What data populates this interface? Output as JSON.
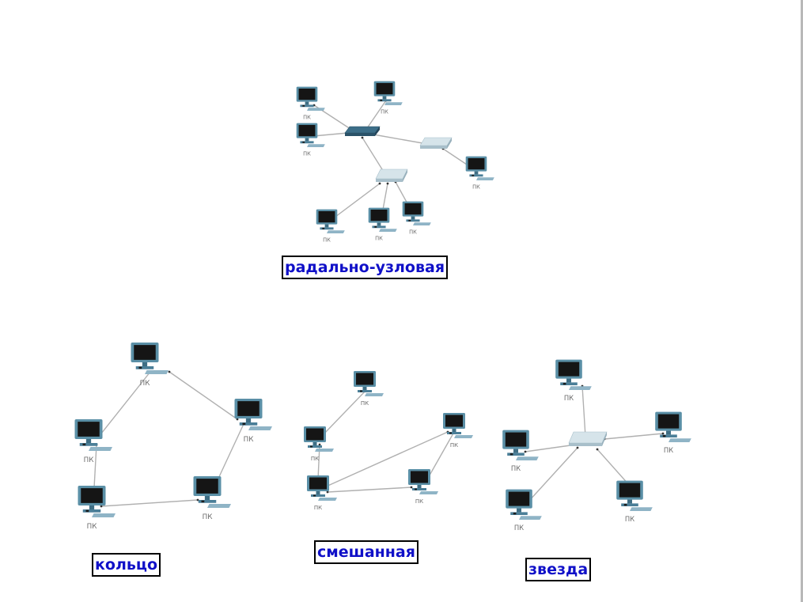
{
  "pc_label": "ПК",
  "colors": {
    "caption_text": "#1010c8",
    "link": "#b0b0b0",
    "monitor_frame": "#5a8fa6",
    "screen": "#151515",
    "switch_dark": "#3c6e88",
    "switch_light": "#d6e4ea"
  },
  "topologies": [
    {
      "id": "radial-nodal",
      "caption": "радально-узловая"
    },
    {
      "id": "ring",
      "caption": "кольцо"
    },
    {
      "id": "mixed",
      "caption": "смешанная"
    },
    {
      "id": "star",
      "caption": "звезда"
    }
  ]
}
